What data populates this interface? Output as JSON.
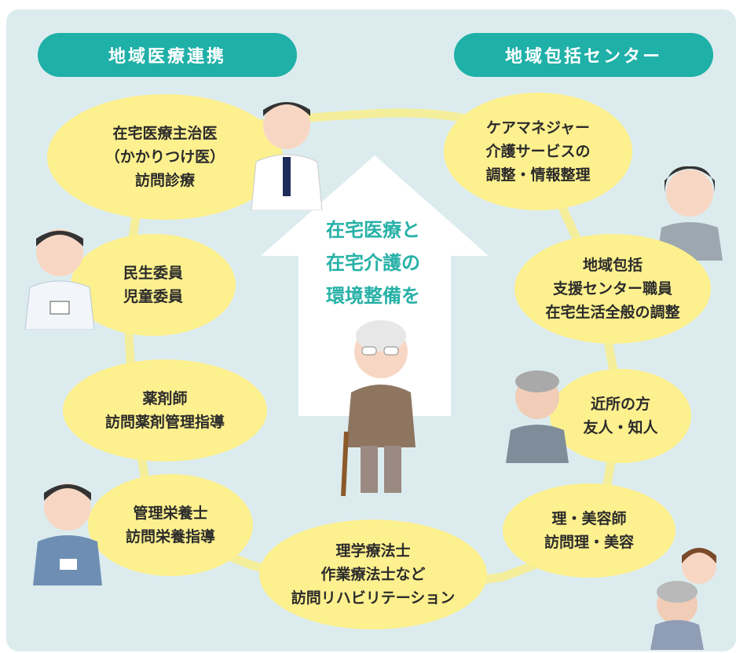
{
  "colors": {
    "teal": "#1fb0a8",
    "bubble": "#fdf08e",
    "ring": "#f4ee9a",
    "house_text": "#27b1a7",
    "panel": "#dcecee"
  },
  "headers": {
    "left": "地域医療連携",
    "right": "地域包括センター"
  },
  "center": {
    "lines": [
      "在宅医療と",
      "在宅介護の",
      "環境整備を"
    ]
  },
  "nodes": {
    "doctor": {
      "lines": [
        "在宅医療主治医",
        "（かかりつけ医）",
        "訪問診療"
      ]
    },
    "welfare": {
      "lines": [
        "民生委員",
        "児童委員"
      ]
    },
    "pharmacist": {
      "lines": [
        "薬剤師",
        "訪問薬剤管理指導"
      ]
    },
    "dietitian": {
      "lines": [
        "管理栄養士",
        "訪問栄養指導"
      ]
    },
    "therapist": {
      "lines": [
        "理学療法士",
        "作業療法士など",
        "訪問リハビリテーション"
      ]
    },
    "care_manager": {
      "lines": [
        "ケアマネジャー",
        "介護サービスの",
        "調整・情報整理"
      ]
    },
    "support_center": {
      "lines": [
        "地域包括",
        "支援センター職員",
        "在宅生活全般の調整"
      ]
    },
    "neighbors": {
      "lines": [
        "近所の方",
        "友人・知人"
      ]
    },
    "barber": {
      "lines": [
        "理・美容師",
        "訪問理・美容"
      ]
    }
  },
  "icons": [
    "doctor-illustration",
    "nurse-illustration",
    "staff-illustration",
    "helper-illustration",
    "neighbor-illustration",
    "elderly-man-illustration",
    "hairdresser-illustration"
  ]
}
